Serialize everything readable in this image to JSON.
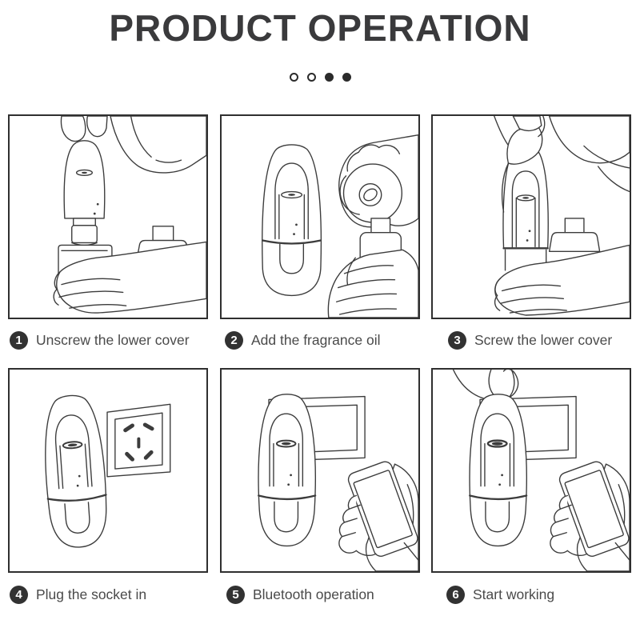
{
  "title": "PRODUCT OPERATION",
  "pagination": {
    "dots": [
      "empty",
      "empty",
      "filled",
      "filled"
    ]
  },
  "steps": [
    {
      "number": "1",
      "label": "Unscrew the lower cover",
      "illustration": "unscrew-lower-cover"
    },
    {
      "number": "2",
      "label": "Add the fragrance oil",
      "illustration": "add-fragrance-oil"
    },
    {
      "number": "3",
      "label": "Screw the lower cover",
      "illustration": "screw-lower-cover"
    },
    {
      "number": "4",
      "label": "Plug the socket in",
      "illustration": "plug-socket-in"
    },
    {
      "number": "5",
      "label": "Bluetooth operation",
      "illustration": "bluetooth-phone-operation"
    },
    {
      "number": "6",
      "label": "Start working",
      "illustration": "diffuser-start-working"
    }
  ],
  "colors": {
    "ink": "#3c3c3c",
    "title": "#3a3a3c",
    "text": "#4a4a4a",
    "badge": "#323232"
  }
}
